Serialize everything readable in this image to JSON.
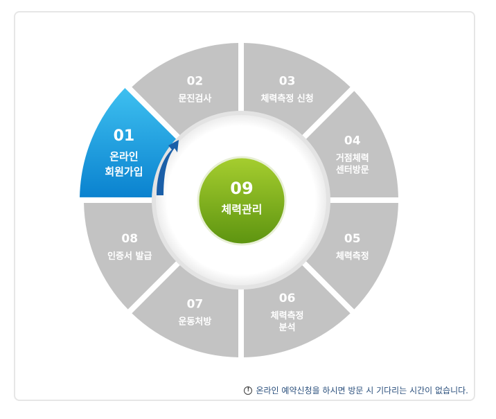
{
  "center": {
    "number": "09",
    "label": "체력관리"
  },
  "segments": [
    {
      "number": "01",
      "lines": [
        "온라인",
        "회원가입"
      ],
      "active": true
    },
    {
      "number": "02",
      "lines": [
        "문진검사"
      ],
      "active": false
    },
    {
      "number": "03",
      "lines": [
        "체력측정 신청"
      ],
      "active": false
    },
    {
      "number": "04",
      "lines": [
        "거점체력",
        "센터방문"
      ],
      "active": false
    },
    {
      "number": "05",
      "lines": [
        "체력측정"
      ],
      "active": false
    },
    {
      "number": "06",
      "lines": [
        "체력측정",
        "분석"
      ],
      "active": false
    },
    {
      "number": "07",
      "lines": [
        "운동처방"
      ],
      "active": false
    },
    {
      "number": "08",
      "lines": [
        "인증서 발급"
      ],
      "active": false
    }
  ],
  "notice": {
    "icon": "exclamation-icon",
    "icon_glyph": "!",
    "text": "온라인 예약신청을 하시면 방문 시 기다리는 시간이 없습니다."
  },
  "colors": {
    "active_top": "#3ec0f0",
    "active_bottom": "#0a82cf",
    "inactive": "#c3c3c3",
    "center_top": "#a6ce2f",
    "center_bottom": "#5d9410",
    "arrow": "#1a5fa8"
  }
}
